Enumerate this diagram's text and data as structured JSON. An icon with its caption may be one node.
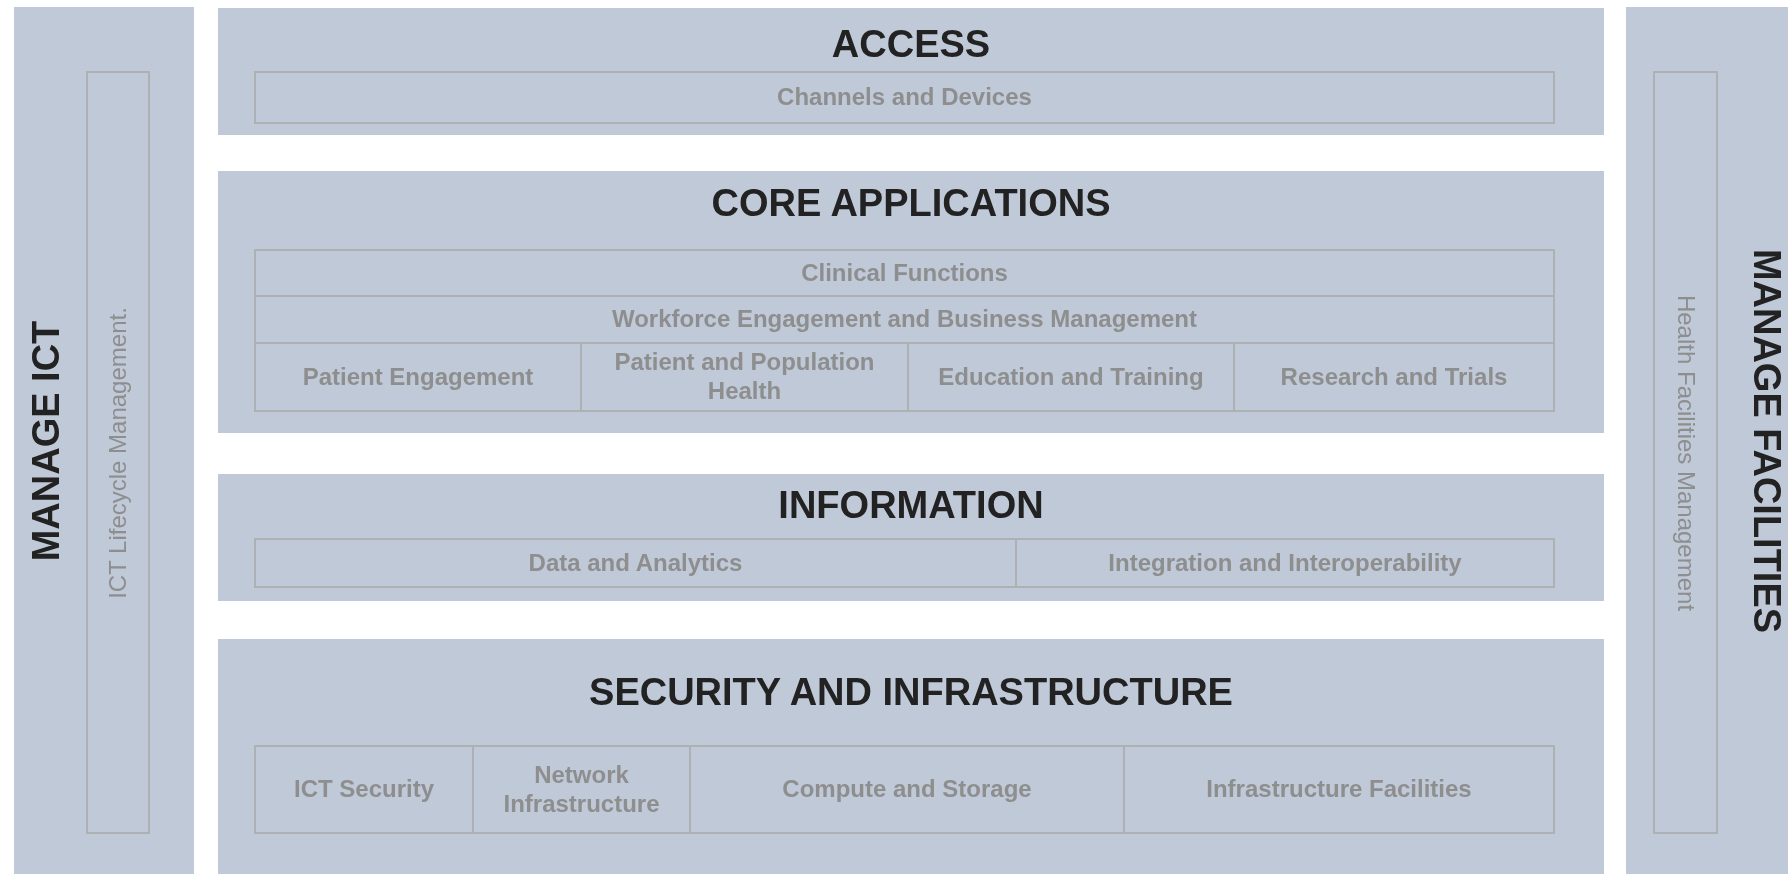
{
  "diagram": {
    "nodes": [
      {
        "text": [
          "MANAGE ICT"
        ]
      },
      {
        "text": [
          "ICT Lifecycle Management."
        ],
        "in": 0
      },
      {
        "text": [
          "ACCESS"
        ]
      },
      {
        "text": [
          "Channels and Devices"
        ],
        "in": 2
      },
      {
        "text": [
          "CORE APPLICATIONS"
        ]
      },
      {
        "text": [
          "Clinical Functions"
        ],
        "in": 4
      },
      {
        "text": [
          "Workforce Engagement and Business Management"
        ],
        "in": 4
      },
      {
        "text": [
          "Patient Engagement"
        ],
        "in": 4
      },
      {
        "text": [
          "Patient and Population Health"
        ],
        "in": 4
      },
      {
        "text": [
          "Education and Training"
        ],
        "in": 4
      },
      {
        "text": [
          "Research and Trials"
        ],
        "in": 4
      },
      {
        "text": [
          "INFORMATION"
        ]
      },
      {
        "text": [
          "Data and Analytics"
        ],
        "in": 11
      },
      {
        "text": [
          "Integration and Interoperability"
        ],
        "in": 11
      },
      {
        "text": [
          "SECURITY AND INFRASTRUCTURE"
        ]
      },
      {
        "text": [
          "ICT Security"
        ],
        "in": 14
      },
      {
        "text": [
          "Network Infrastructure"
        ],
        "in": 14
      },
      {
        "text": [
          "Compute and Storage"
        ],
        "in": 14
      },
      {
        "text": [
          "Infrastructure Facilities"
        ],
        "in": 14
      },
      {
        "text": [
          "MANAGE FACILITIES"
        ]
      },
      {
        "text": [
          "Health Facilities Management"
        ],
        "in": 19
      }
    ]
  }
}
